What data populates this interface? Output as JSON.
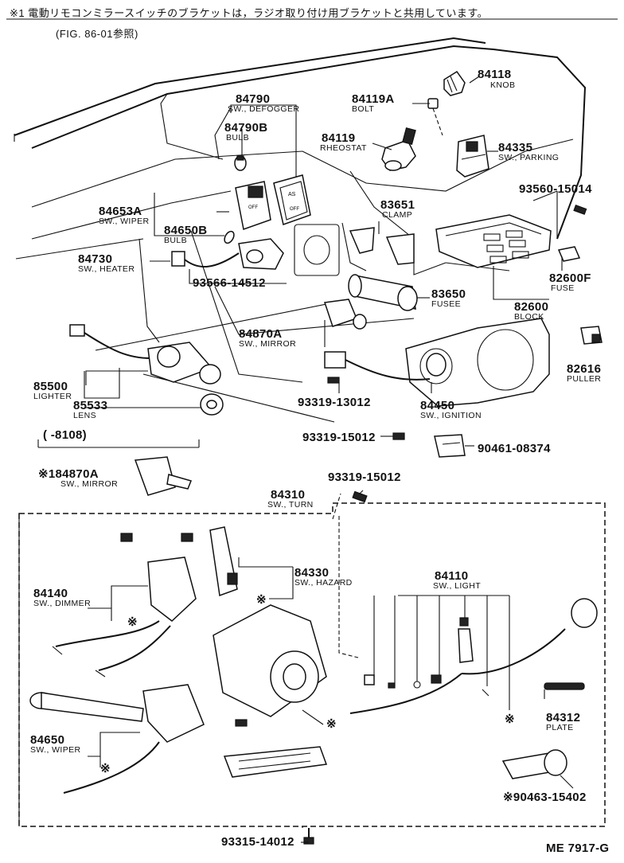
{
  "header": {
    "note_line1": "※1 電動リモコンミラースイッチのブラケットは，ラジオ取り付け用ブラケットと共用しています。",
    "note_line2": "(FIG. 86-01参照)"
  },
  "footer": {
    "code": "ME 7917-G"
  },
  "date_range": "(      -8108)",
  "parts": [
    {
      "id": "p84118",
      "num": "84118",
      "name": "KNOB"
    },
    {
      "id": "p84119A",
      "num": "84119A",
      "name": "BOLT"
    },
    {
      "id": "p84790",
      "num": "84790",
      "name": "SW., DEFOGGER"
    },
    {
      "id": "p84790B",
      "num": "84790B",
      "name": "BULB"
    },
    {
      "id": "p84119",
      "num": "84119",
      "name": "RHEOSTAT"
    },
    {
      "id": "p84335",
      "num": "84335",
      "name": "SW., PARKING"
    },
    {
      "id": "p84653A",
      "num": "84653A",
      "name": "SW., WIPER"
    },
    {
      "id": "p93560",
      "num": "93560-15014",
      "name": ""
    },
    {
      "id": "p83651",
      "num": "83651",
      "name": "CLAMP"
    },
    {
      "id": "p84650B",
      "num": "84650B",
      "name": "BULB"
    },
    {
      "id": "p84730",
      "num": "84730",
      "name": "SW., HEATER"
    },
    {
      "id": "p82600F",
      "num": "82600F",
      "name": "FUSE"
    },
    {
      "id": "p93566",
      "num": "93566-14512",
      "name": ""
    },
    {
      "id": "p83650",
      "num": "83650",
      "name": "FUSEE"
    },
    {
      "id": "p82600",
      "num": "82600",
      "name": "BLOCK"
    },
    {
      "id": "p84870A",
      "num": "84870A",
      "name": "SW., MIRROR"
    },
    {
      "id": "p82616",
      "num": "82616",
      "name": "PULLER"
    },
    {
      "id": "p85500",
      "num": "85500",
      "name": "LIGHTER"
    },
    {
      "id": "p84450",
      "num": "84450",
      "name": "SW., IGNITION"
    },
    {
      "id": "p93319a",
      "num": "93319-13012",
      "name": ""
    },
    {
      "id": "p85533",
      "num": "85533",
      "name": "LENS"
    },
    {
      "id": "p93319b",
      "num": "93319-15012",
      "name": ""
    },
    {
      "id": "p90461",
      "num": "90461-08374",
      "name": ""
    },
    {
      "id": "p184870A",
      "num": "※184870A",
      "name": "SW., MIRROR"
    },
    {
      "id": "p93319c",
      "num": "93319-15012",
      "name": ""
    },
    {
      "id": "p84310",
      "num": "84310",
      "name": "SW., TURN"
    },
    {
      "id": "p84330",
      "num": "84330",
      "name": "SW., HAZARD"
    },
    {
      "id": "p84140",
      "num": "84140",
      "name": "SW., DIMMER"
    },
    {
      "id": "p84110",
      "num": "84110",
      "name": "SW., LIGHT"
    },
    {
      "id": "p84312",
      "num": "84312",
      "name": "PLATE"
    },
    {
      "id": "p84650",
      "num": "84650",
      "name": "SW., WIPER"
    },
    {
      "id": "p90463",
      "num": "※90463-15402",
      "name": ""
    },
    {
      "id": "p93315",
      "num": "93315-14012",
      "name": ""
    }
  ],
  "asterisk_marks": [
    "※",
    "※",
    "※",
    "※",
    "※"
  ]
}
